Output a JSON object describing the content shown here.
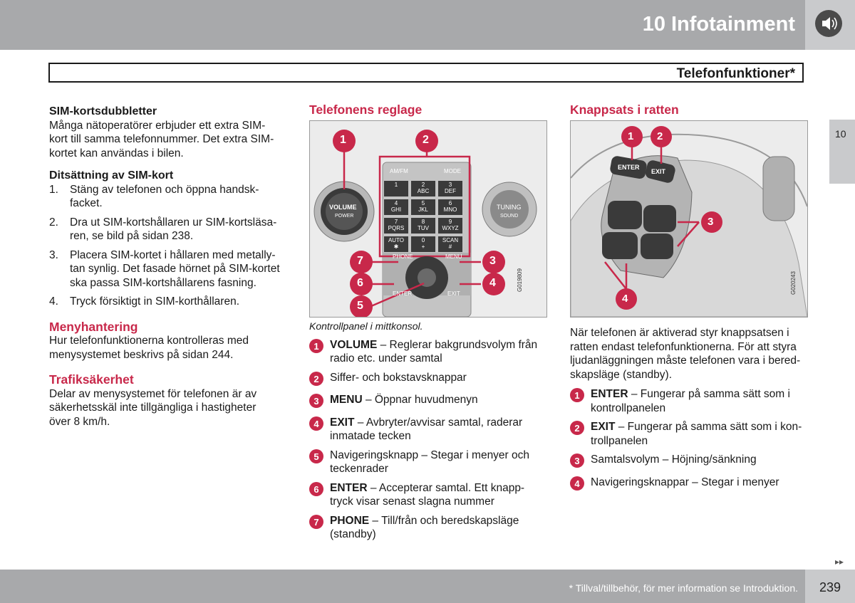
{
  "header": {
    "chapter_title": "10 Infotainment"
  },
  "side_tab": "10",
  "section_title": "Telefonfunktioner*",
  "col1": {
    "sim_heading": "SIM-kortsdubbletter",
    "sim_lines": [
      "Många nätoperatörer erbjuder ett extra SIM-",
      "kort till samma telefonnummer. Det extra SIM-",
      "kortet kan användas i bilen."
    ],
    "ditt_heading": "Ditsättning av SIM-kort",
    "steps": [
      {
        "n": "1.",
        "lines": [
          "Stäng av telefonen och öppna handsk-",
          "facket."
        ]
      },
      {
        "n": "2.",
        "lines": [
          "Dra ut SIM-kortshållaren ur SIM-kortsläsa-",
          "ren, se bild på sidan 238."
        ]
      },
      {
        "n": "3.",
        "lines": [
          "Placera SIM-kortet i hållaren med metally-",
          "tan synlig. Det fasade hörnet på SIM-kortet",
          "ska passa SIM-kortshållarens fasning."
        ]
      },
      {
        "n": "4.",
        "lines": [
          "Tryck försiktigt in SIM-korthållaren."
        ]
      }
    ],
    "meny_heading": "Menyhantering",
    "meny_lines": [
      "Hur telefonfunktionerna kontrolleras med",
      "menysystemet beskrivs på sidan 244."
    ],
    "trafik_heading": "Trafiksäkerhet",
    "trafik_lines": [
      "Delar av menysystemet för telefonen är av",
      "säkerhetsskäl inte tillgängliga i hastigheter",
      "över 8 km/h."
    ]
  },
  "col2": {
    "heading": "Telefonens reglage",
    "caption": "Kontrollpanel i mittkonsol.",
    "figure_code": "G019809",
    "panel": {
      "amfm": "AM/FM",
      "mode": "MODE",
      "volume": "VOLUME",
      "power": "POWER",
      "tuning": "TUNING",
      "sound": "SOUND",
      "phone": "PHONE",
      "menu": "MENU",
      "enter": "ENTER",
      "exit": "EXIT",
      "keys": [
        [
          "1",
          ""
        ],
        [
          "2",
          "ABC"
        ],
        [
          "3",
          "DEF"
        ],
        [
          "4",
          "GHI"
        ],
        [
          "5",
          "JKL"
        ],
        [
          "6",
          "MNO"
        ],
        [
          "7",
          "PQRS"
        ],
        [
          "8",
          "TUV"
        ],
        [
          "9",
          "WXYZ"
        ],
        [
          "AUTO",
          "✱"
        ],
        [
          "0",
          "+"
        ],
        [
          "SCAN",
          "#"
        ]
      ],
      "callouts": [
        "1",
        "2",
        "3",
        "4",
        "5",
        "6",
        "7"
      ]
    },
    "legend": [
      {
        "num": "1",
        "label": "VOLUME",
        "lines": [
          " – Reglerar bakgrundsvolym från",
          "radio etc. under samtal"
        ]
      },
      {
        "num": "2",
        "label": "",
        "lines": [
          "Siffer- och bokstavsknappar"
        ]
      },
      {
        "num": "3",
        "label": "MENU",
        "lines": [
          " – Öppnar huvudmenyn"
        ]
      },
      {
        "num": "4",
        "label": "EXIT",
        "lines": [
          " – Avbryter/avvisar samtal, raderar",
          "inmatade tecken"
        ]
      },
      {
        "num": "5",
        "label": "",
        "lines": [
          "Navigeringsknapp – Stegar i menyer och",
          "teckenrader"
        ]
      },
      {
        "num": "6",
        "label": "ENTER",
        "lines": [
          " – Accepterar samtal. Ett knapp-",
          "tryck visar senast slagna nummer"
        ]
      },
      {
        "num": "7",
        "label": "PHONE",
        "lines": [
          " – Till/från och beredskapsläge",
          "(standby)"
        ]
      }
    ]
  },
  "col3": {
    "heading": "Knappsats i ratten",
    "figure_code": "G020243",
    "wheel": {
      "enter": "ENTER",
      "exit": "EXIT",
      "callouts": [
        "1",
        "2",
        "3",
        "4"
      ]
    },
    "intro_lines": [
      "När telefonen är aktiverad styr knappsatsen i",
      "ratten endast telefonfunktionerna. För att styra",
      "ljudanläggningen måste telefonen vara i bered-",
      "skapsläge (standby)."
    ],
    "legend": [
      {
        "num": "1",
        "label": "ENTER",
        "lines": [
          " – Fungerar på samma sätt som i",
          "kontrollpanelen"
        ]
      },
      {
        "num": "2",
        "label": "EXIT",
        "lines": [
          " – Fungerar på samma sätt som i kon-",
          "trollpanelen"
        ]
      },
      {
        "num": "3",
        "label": "",
        "lines": [
          "Samtalsvolym – Höjning/sänkning"
        ]
      },
      {
        "num": "4",
        "label": "",
        "lines": [
          "Navigeringsknappar – Stegar i menyer"
        ]
      }
    ]
  },
  "footer": {
    "note": "* Tillval/tillbehör, för mer information se Introduktion.",
    "page": "239",
    "continue": "▸▸"
  },
  "colors": {
    "accent": "#c8284a",
    "header_gray": "#a8a9ab",
    "tab_gray": "#c9cacc"
  }
}
